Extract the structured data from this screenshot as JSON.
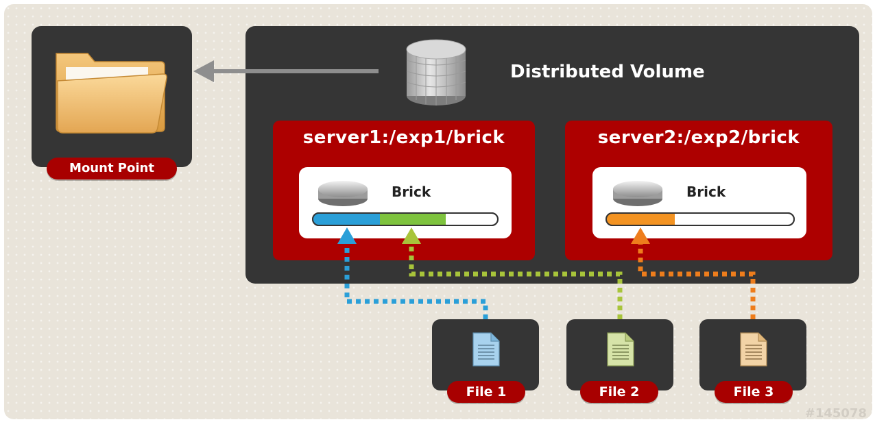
{
  "mount_point": {
    "label": "Mount Point",
    "icon": "folder-icon"
  },
  "volume": {
    "title": "Distributed Volume",
    "icon": "database-icon"
  },
  "servers": [
    {
      "path": "server1:/exp1/brick",
      "brick_label": "Brick"
    },
    {
      "path": "server2:/exp2/brick",
      "brick_label": "Brick"
    }
  ],
  "files": [
    {
      "label": "File 1",
      "color": "#2a9fd8"
    },
    {
      "label": "File 2",
      "color": "#9bbf2f"
    },
    {
      "label": "File 3",
      "color": "#ee7d1c"
    }
  ],
  "watermark": "#145078",
  "colors": {
    "background": "#e9e4da",
    "panel": "#353535",
    "accent_red": "#ad0000"
  }
}
